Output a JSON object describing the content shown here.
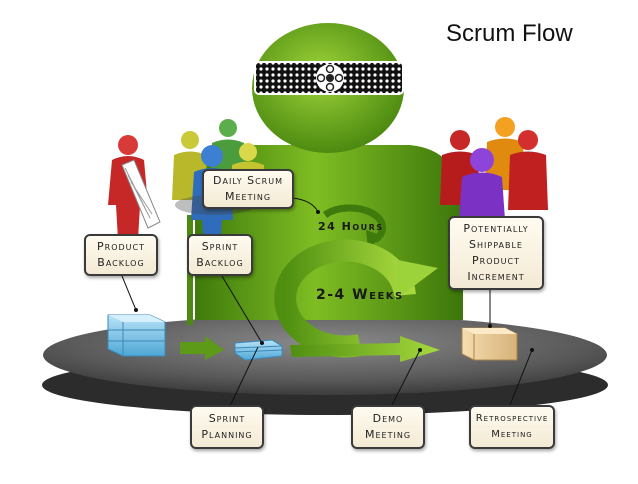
{
  "title": "Scrum Flow",
  "labels": {
    "daily_scrum": [
      "Daily Scrum",
      "Meeting"
    ],
    "product_backlog": [
      "Product",
      "Backlog"
    ],
    "sprint_backlog": [
      "Sprint",
      "Backlog"
    ],
    "increment": [
      "Potentially",
      "Shippable",
      "Product",
      "Increment"
    ],
    "sprint_planning": [
      "Sprint",
      "Planning"
    ],
    "demo": [
      "Demo",
      "Meeting"
    ],
    "retrospective": [
      "Retrospective",
      "Meeting"
    ]
  },
  "cycles": {
    "daily": "24 Hours",
    "sprint": "2-4 Weeks"
  },
  "colors": {
    "green_dark": "#4e8a12",
    "green_light": "#b6dc4a",
    "platform": "#6d6d6d",
    "label_border": "#3a3a3a"
  },
  "icons": [
    "scrum-master-figure",
    "headband-flower-icon",
    "product-owner-figure",
    "team-figures",
    "stakeholder-figures",
    "backlog-stack-icon",
    "sprint-backlog-icon",
    "product-box-icon"
  ]
}
